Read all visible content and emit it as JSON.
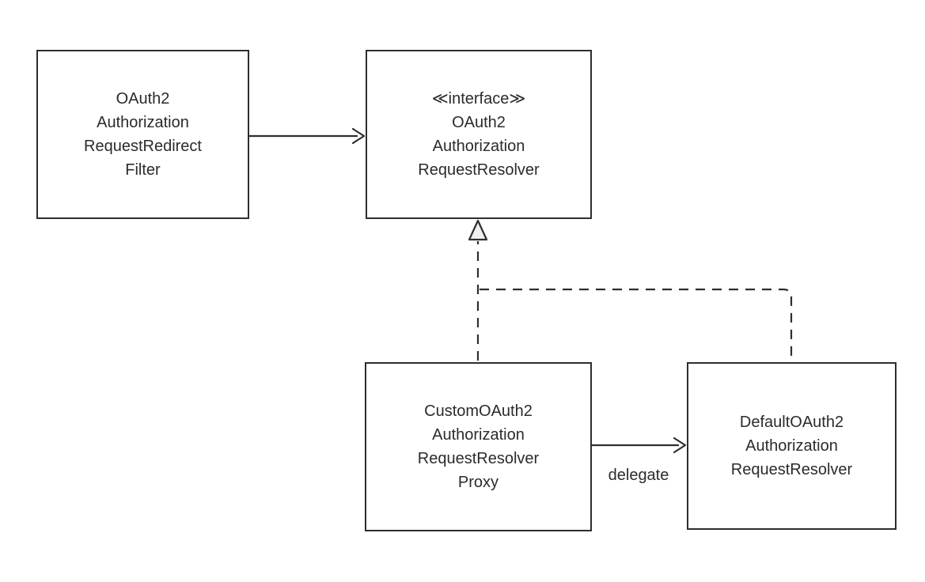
{
  "theme": {
    "background": "#ffffff",
    "stroke_color": "#2e2e2e",
    "text_color": "#2b2b2b",
    "triangle_fill": "#f0f0f0"
  },
  "diagram": {
    "type": "uml-class-diagram",
    "nodes": {
      "filter": {
        "id": "oauth2-authorization-request-redirect-filter",
        "label": "OAuth2\nAuthorization\nRequestRedirect\nFilter"
      },
      "interface_resolver": {
        "id": "oauth2-authorization-request-resolver",
        "stereotype": "≪interface≫",
        "label": "≪interface≫\nOAuth2\nAuthorization\nRequestResolver"
      },
      "custom_proxy": {
        "id": "custom-oauth2-authorization-request-resolver-proxy",
        "label": "CustomOAuth2\nAuthorization\nRequestResolver\nProxy"
      },
      "default_resolver": {
        "id": "default-oauth2-authorization-request-resolver",
        "label": "DefaultOAuth2\nAuthorization\nRequestResolver"
      }
    },
    "edges": {
      "filter_to_interface": {
        "type": "solid-open-arrow",
        "from": "filter",
        "to": "interface_resolver",
        "label": ""
      },
      "custom_realizes_interface": {
        "type": "dashed-realization-hollow-triangle",
        "from": "custom_proxy",
        "to": "interface_resolver",
        "label": ""
      },
      "default_realizes_interface": {
        "type": "dashed-realization-hollow-triangle",
        "from": "default_resolver",
        "to": "interface_resolver",
        "label": ""
      },
      "custom_to_default": {
        "type": "solid-open-arrow",
        "from": "custom_proxy",
        "to": "default_resolver",
        "label": "delegate"
      }
    }
  }
}
